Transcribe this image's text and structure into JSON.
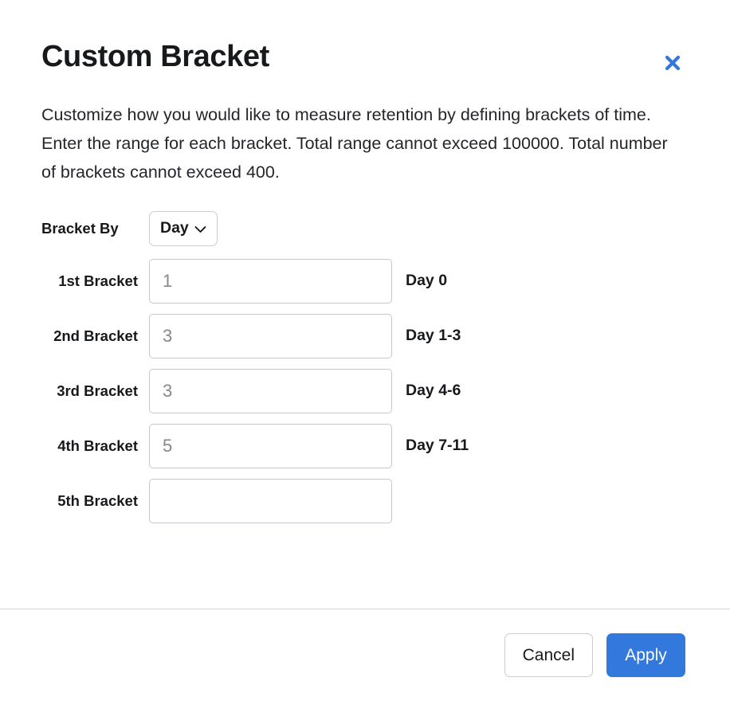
{
  "dialog": {
    "title": "Custom Bracket",
    "close_icon": "close-icon",
    "description": "Customize how you would like to measure retention by defining brackets of time. Enter the range for each bracket. Total range cannot exceed 100000. Total number of brackets cannot exceed 400."
  },
  "bracket_by": {
    "label": "Bracket By",
    "selected": "Day",
    "chevron_icon": "chevron-down-icon"
  },
  "brackets": [
    {
      "label": "1st Bracket",
      "value": "",
      "placeholder": "1",
      "hint": "Day 0"
    },
    {
      "label": "2nd Bracket",
      "value": "",
      "placeholder": "3",
      "hint": "Day 1-3"
    },
    {
      "label": "3rd Bracket",
      "value": "",
      "placeholder": "3",
      "hint": "Day 4-6"
    },
    {
      "label": "4th Bracket",
      "value": "",
      "placeholder": "5",
      "hint": "Day 7-11"
    },
    {
      "label": "5th Bracket",
      "value": "",
      "placeholder": "",
      "hint": ""
    }
  ],
  "footer": {
    "cancel_label": "Cancel",
    "apply_label": "Apply"
  },
  "colors": {
    "accent": "#3379dd",
    "close_icon": "#3379dd",
    "text": "#17191c",
    "border": "#c5c8cd",
    "placeholder": "#84878d"
  }
}
